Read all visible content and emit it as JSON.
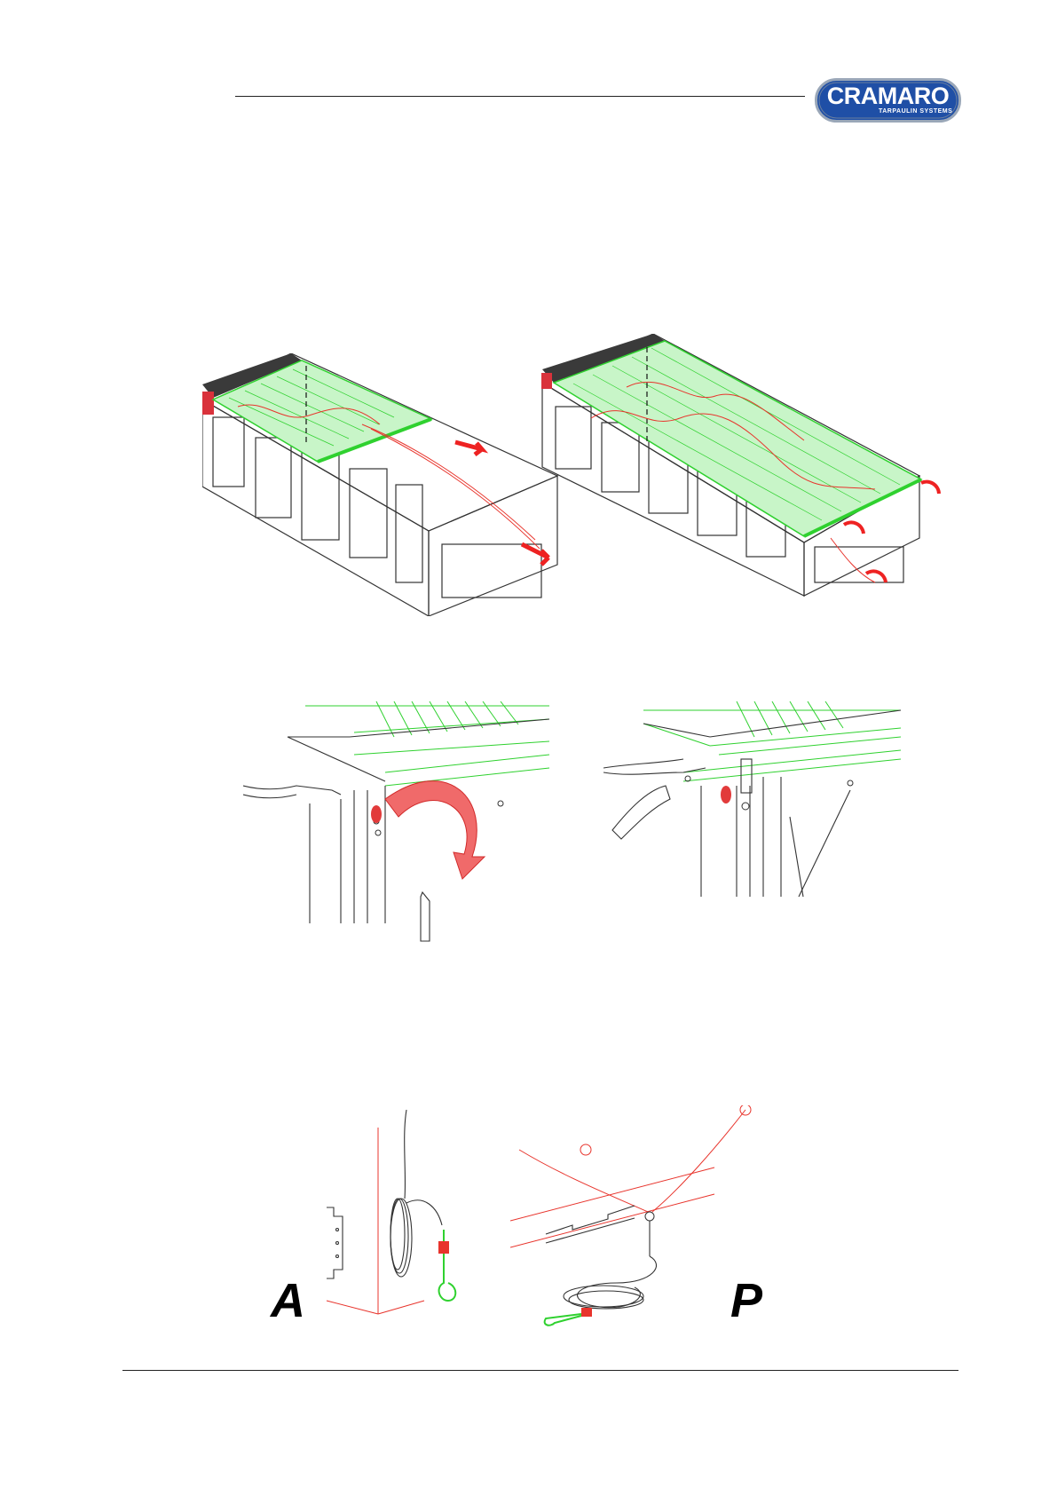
{
  "header": {
    "brand_logo_text": "CRAMARO",
    "brand_logo_tagline": "TARPAULIN SYSTEMS"
  },
  "figures": {
    "label_a": "A",
    "label_p": "P"
  },
  "colors": {
    "tarp_green": "#2fd12f",
    "rope_red": "#e8342c",
    "arrow_red": "#ee2222",
    "line_gray": "#333333",
    "logo_blue": "#1f4fa6"
  }
}
